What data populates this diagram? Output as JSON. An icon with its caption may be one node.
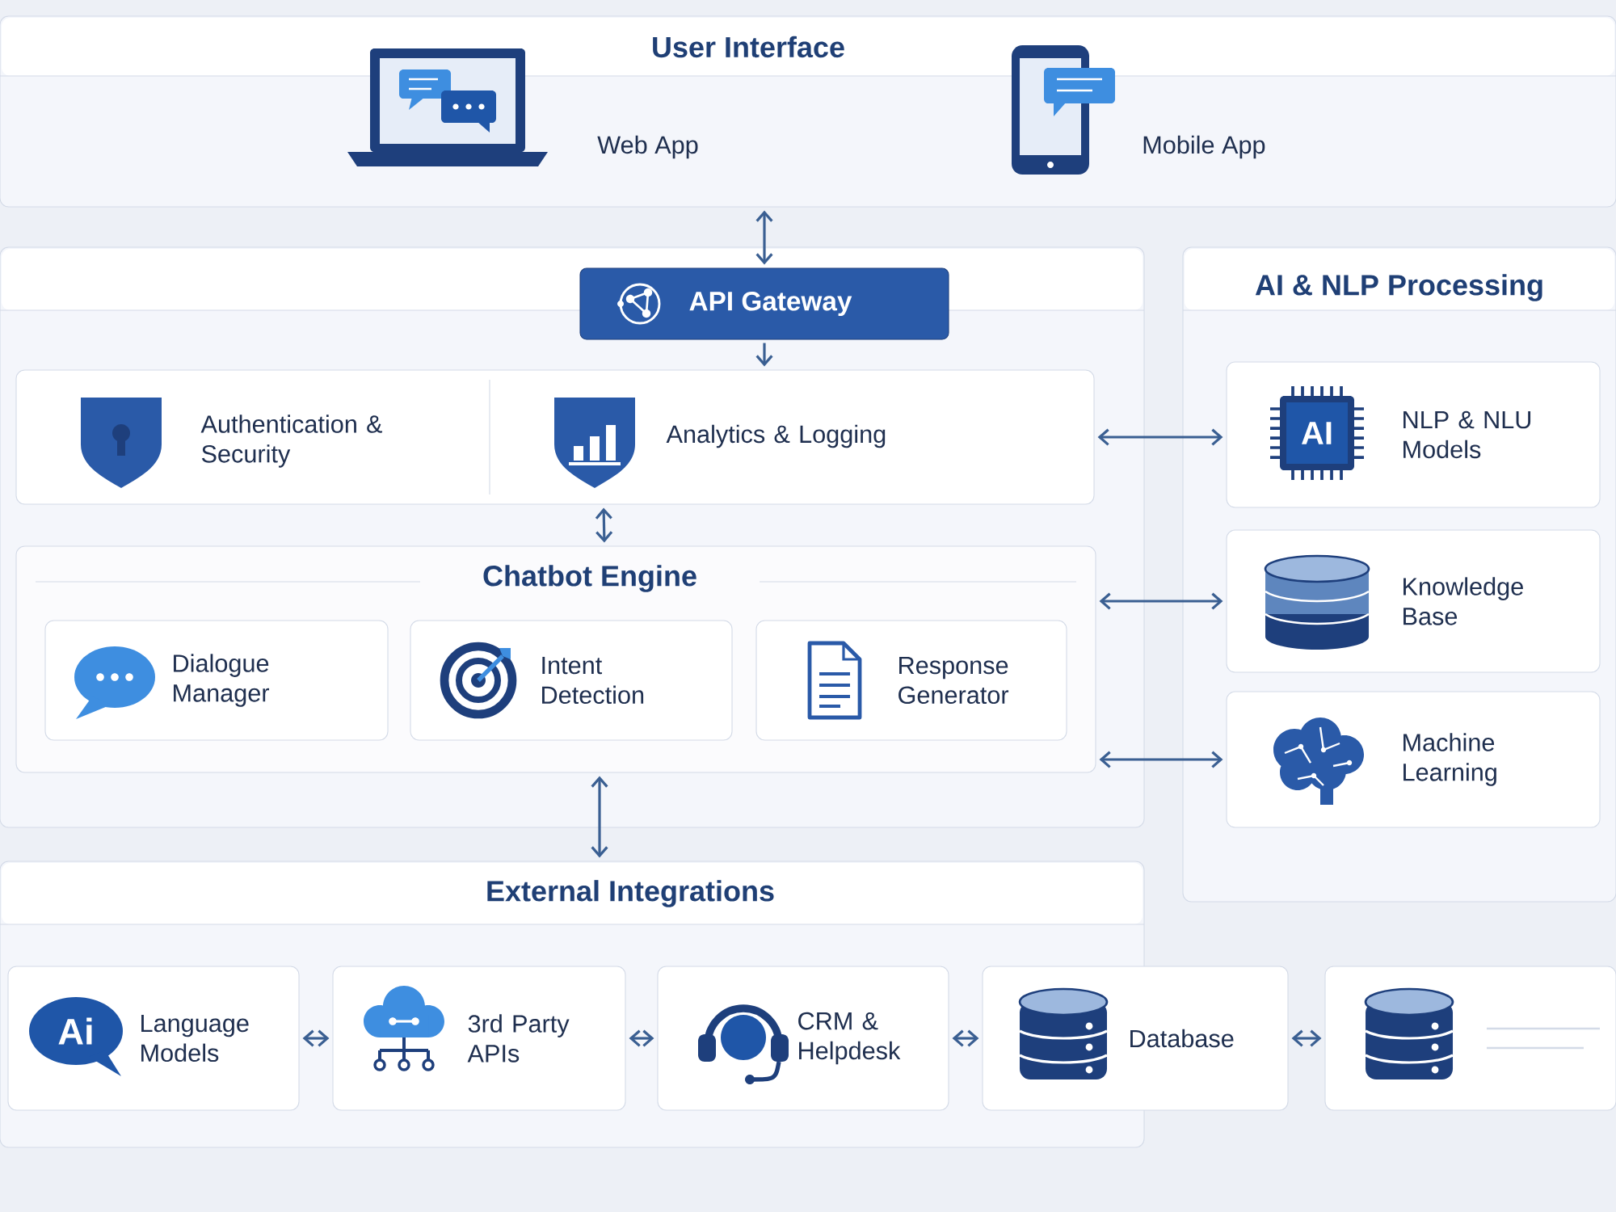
{
  "diagram": {
    "nodes": [
      {
        "text": [
          "User Interface"
        ]
      },
      {
        "text": [
          "Web App"
        ],
        "in": 0
      },
      {
        "text": [
          "Mobile App"
        ],
        "in": 0
      },
      {
        "text": [],
        "shape": "box"
      },
      {
        "text": [
          "API Gateway"
        ],
        "in": 3
      },
      {
        "text": [],
        "shape": "box",
        "in": 3
      },
      {
        "text": [
          "Authentication & Security"
        ],
        "in": 5
      },
      {
        "text": [
          "Analytics & Logging"
        ],
        "in": 5
      },
      {
        "text": [
          "Chatbot Engine"
        ],
        "in": 3
      },
      {
        "text": [
          "Dialogue Manager"
        ],
        "in": 8
      },
      {
        "text": [
          "Intent Detection"
        ],
        "in": 8
      },
      {
        "text": [
          "Response Generator"
        ],
        "in": 8
      },
      {
        "text": [
          "AI & NLP Processing"
        ]
      },
      {
        "text": [
          "NLP & NLU Models"
        ],
        "in": 12
      },
      {
        "text": [
          "Knowledge Base"
        ],
        "in": 12
      },
      {
        "text": [
          "Machine Learning"
        ],
        "in": 12
      },
      {
        "text": [
          "External Integrations"
        ]
      },
      {
        "text": [
          "Language Models"
        ],
        "in": 16
      },
      {
        "text": [
          "3rd Party APIs"
        ],
        "in": 16
      },
      {
        "text": [
          "CRM & Helpdesk"
        ],
        "in": 16
      },
      {
        "text": [
          "Database"
        ]
      },
      {
        "text": [],
        "shape": "box"
      }
    ],
    "edges": [
      {
        "from": 0,
        "to": 4,
        "arrow": "both"
      },
      {
        "from": 4,
        "to": 5,
        "arrow": "to"
      },
      {
        "from": 5,
        "to": 8,
        "arrow": "both"
      },
      {
        "from": 8,
        "to": 16,
        "arrow": "both"
      },
      {
        "from": 5,
        "to": 13,
        "arrow": "both"
      },
      {
        "from": 8,
        "to": 14,
        "arrow": "both"
      },
      {
        "from": 8,
        "to": 15,
        "arrow": "both"
      },
      {
        "from": 17,
        "to": 18,
        "arrow": "both"
      },
      {
        "from": 18,
        "to": 19,
        "arrow": "both"
      },
      {
        "from": 19,
        "to": 20,
        "arrow": "both"
      },
      {
        "from": 20,
        "to": 21,
        "arrow": "both"
      }
    ],
    "labels": [
      "AI",
      "Ai"
    ]
  }
}
